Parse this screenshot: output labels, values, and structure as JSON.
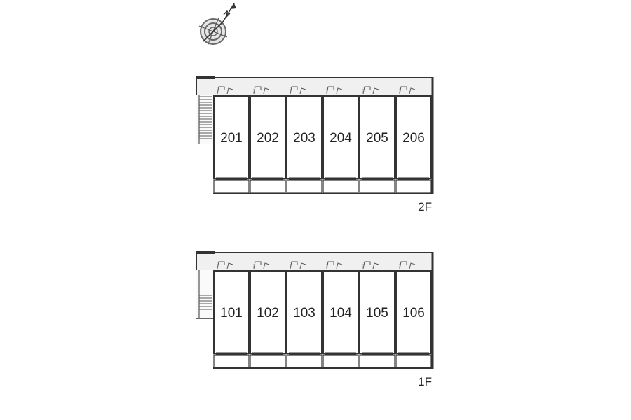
{
  "compass": {
    "label": "N",
    "icon": "compass-north-arrow-icon"
  },
  "floors": [
    {
      "id": "floor-2",
      "label": "2F",
      "units": [
        "201",
        "202",
        "203",
        "204",
        "205",
        "206"
      ]
    },
    {
      "id": "floor-1",
      "label": "1F",
      "units": [
        "101",
        "102",
        "103",
        "104",
        "105",
        "106"
      ]
    }
  ],
  "colors": {
    "wall": "#333333",
    "corridor": "#f0f0f0",
    "balcony": "#ffffff",
    "stair": "#555555",
    "compass": "#777777",
    "text": "#222222"
  }
}
